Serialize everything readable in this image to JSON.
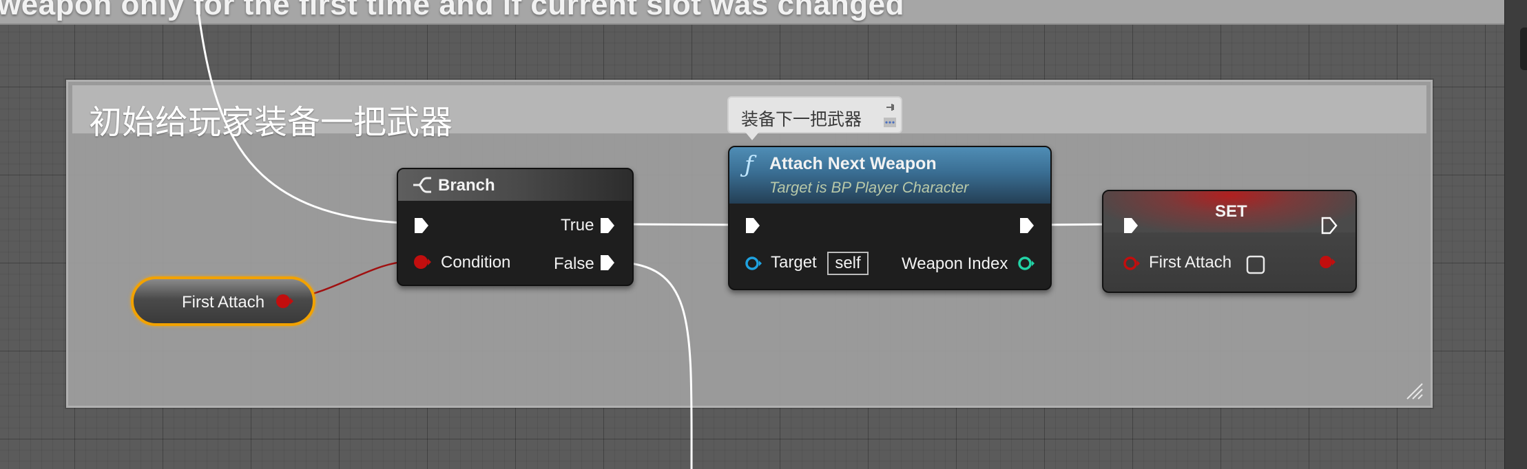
{
  "top_comment": {
    "text": "weapon only for the first time and if current slot was changed"
  },
  "comment_box": {
    "title": "初始给玩家装备一把武器"
  },
  "tooltip": {
    "text": "装备下一把武器"
  },
  "branch_node": {
    "title": "Branch",
    "pins": {
      "condition": "Condition",
      "true": "True",
      "false": "False"
    }
  },
  "attach_node": {
    "title": "Attach Next Weapon",
    "subtitle": "Target is BP Player Character",
    "pins": {
      "target": "Target",
      "target_value": "self",
      "weapon_index": "Weapon Index"
    }
  },
  "set_node": {
    "title": "SET",
    "pins": {
      "first_attach": "First Attach"
    }
  },
  "var_node": {
    "label": "First Attach"
  },
  "colors": {
    "exec_wire": "#ffffff",
    "bool_pin": "#b20c0c",
    "object_pin": "#1fa2e0",
    "int_pin": "#22d3a6",
    "var_highlight": "#f2a200"
  },
  "icons": [
    "branch-icon",
    "function-icon",
    "exec-pin-icon",
    "bool-pin-icon",
    "object-pin-icon",
    "int-pin-icon",
    "checkbox-icon",
    "pin-icon",
    "more-icon",
    "resize-icon"
  ]
}
